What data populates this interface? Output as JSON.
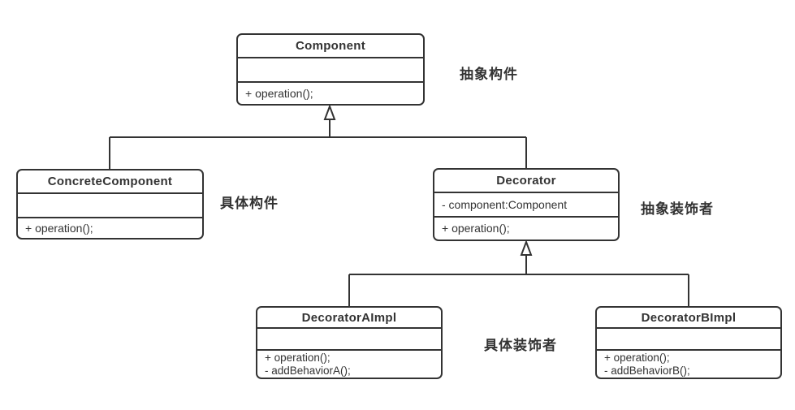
{
  "classes": {
    "component": {
      "name": "Component",
      "attributes": "",
      "methods": [
        "+ operation();"
      ]
    },
    "concrete_component": {
      "name": "ConcreteComponent",
      "attributes": "",
      "methods": [
        "+ operation();"
      ]
    },
    "decorator": {
      "name": "Decorator",
      "attributes": "- component:Component",
      "methods": [
        "+ operation();"
      ]
    },
    "decorator_a_impl": {
      "name": "DecoratorAImpl",
      "attributes": "",
      "methods": [
        "+ operation();",
        "- addBehaviorA();"
      ]
    },
    "decorator_b_impl": {
      "name": "DecoratorBImpl",
      "attributes": "",
      "methods": [
        "+ operation();",
        "- addBehaviorB();"
      ]
    }
  },
  "annotations": {
    "abstract_component": "抽象构件",
    "concrete_component": "具体构件",
    "abstract_decorator": "抽象装饰者",
    "concrete_decorator": "具体装饰者"
  },
  "relationships": [
    {
      "type": "inheritance",
      "from": "ConcreteComponent",
      "to": "Component"
    },
    {
      "type": "inheritance",
      "from": "Decorator",
      "to": "Component"
    },
    {
      "type": "inheritance",
      "from": "DecoratorAImpl",
      "to": "Decorator"
    },
    {
      "type": "inheritance",
      "from": "DecoratorBImpl",
      "to": "Decorator"
    }
  ],
  "colors": {
    "line": "#333333",
    "text": "#333333",
    "background": "#ffffff"
  }
}
